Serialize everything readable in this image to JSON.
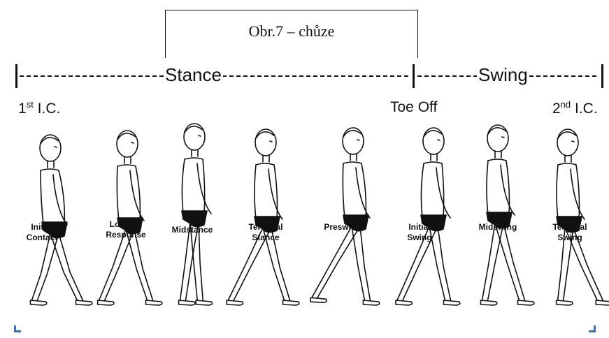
{
  "caption": "Obr.7 – chůze",
  "phases": {
    "stance": "Stance",
    "swing": "Swing"
  },
  "events": {
    "first_ic": {
      "num": "1",
      "sup": "st",
      "text": "I.C."
    },
    "toe_off": "Toe Off",
    "second_ic": {
      "num": "2",
      "sup": "nd",
      "text": "I.C."
    }
  },
  "figures": [
    {
      "label1": "Initial",
      "label2": "Contact"
    },
    {
      "label1": "Loading",
      "label2": "Response"
    },
    {
      "label1": "Midstance",
      "label2": ""
    },
    {
      "label1": "Terminal",
      "label2": "Stance"
    },
    {
      "label1": "Preswing",
      "label2": ""
    },
    {
      "label1": "Initial",
      "label2": "Swing"
    },
    {
      "label1": "Midswing",
      "label2": ""
    },
    {
      "label1": "Terminal",
      "label2": "Swing"
    }
  ],
  "colors": {
    "ink": "#111111",
    "corner_accent": "#3b6dbf"
  }
}
